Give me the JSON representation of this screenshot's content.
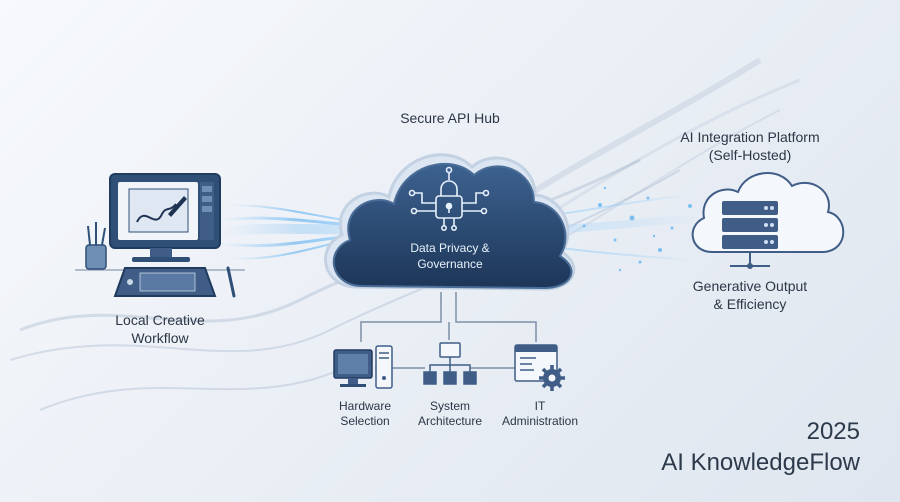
{
  "diagram": {
    "hub": {
      "title": "Secure API Hub",
      "caption_line1": "Data Privacy &",
      "caption_line2": "Governance"
    },
    "left_node": {
      "label_line1": "Local Creative",
      "label_line2": "Workflow"
    },
    "right_node": {
      "title_line1": "AI Integration Platform",
      "title_line2": "(Self-Hosted)",
      "label_line1": "Generative Output",
      "label_line2": "& Efficiency"
    },
    "sub_nodes": [
      {
        "line1": "Hardware",
        "line2": "Selection",
        "icon": "desktop-computer-icon"
      },
      {
        "line1": "System",
        "line2": "Architecture",
        "icon": "hierarchy-icon"
      },
      {
        "line1": "IT",
        "line2": "Administration",
        "icon": "browser-gear-icon"
      }
    ]
  },
  "footer": {
    "year": "2025",
    "brand": "AI KnowledgeFlow"
  },
  "colors": {
    "cloud_fill": "#2f4f77",
    "cloud_dark": "#1f3a5f",
    "icon_stroke": "#3f5d86",
    "accent_glow": "#6fb7f0"
  }
}
